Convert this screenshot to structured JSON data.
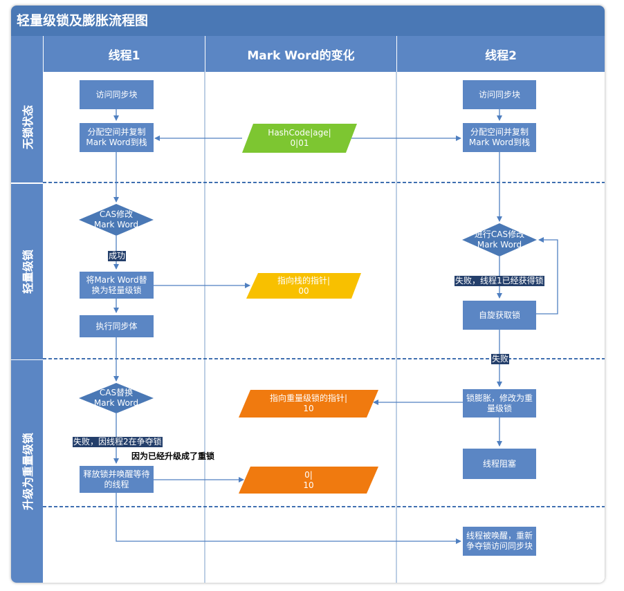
{
  "title": "轻量级锁及膨胀流程图",
  "columns": {
    "thread1": "线程1",
    "markword": "Mark Word的变化",
    "thread2": "线程2"
  },
  "rows": {
    "unlocked": "无锁状态",
    "lightweight": "轻量级锁",
    "upgrade": "升级为重量级锁"
  },
  "thread1": {
    "access": "访问同步块",
    "copy": "分配空间并复制\nMark Word到栈",
    "cas": "CAS修改\nMark Word",
    "replace": "将Mark Word替\n换为轻量级锁",
    "exec": "执行同步体",
    "cas_swap": "CAS替换\nMark Word",
    "release": "释放锁并唤醒等待\n的线程"
  },
  "markword": {
    "hash": "HashCode|age|\n0|01",
    "ptr_stack": "指向栈的指针|\n00",
    "ptr_heavy": "指向重量级锁的指针|\n10",
    "empty": "0|\n10"
  },
  "thread2": {
    "access": "访问同步块",
    "copy": "分配空间并复制\nMark Word到栈",
    "cas": "进行CAS修改\nMark Word",
    "spin": "自旋获取锁",
    "inflate": "锁膨胀，修改为重\n量级锁",
    "block": "线程阻塞",
    "wake": "线程被唤醒，重新\n争夺锁访问同步块"
  },
  "labels": {
    "success": "成功",
    "fail_spin": "失败，线程1已经获得锁",
    "fail": "失败",
    "fail_contend": "失败，因线程2在争夺锁",
    "note": "因为已经升级成了重锁"
  },
  "colors": {
    "header": "#5b86c4",
    "title": "#4a78b5",
    "green": "#7dc631",
    "yellow": "#f8c000",
    "orange": "#f07a0f",
    "label_bg": "#243f6b"
  }
}
